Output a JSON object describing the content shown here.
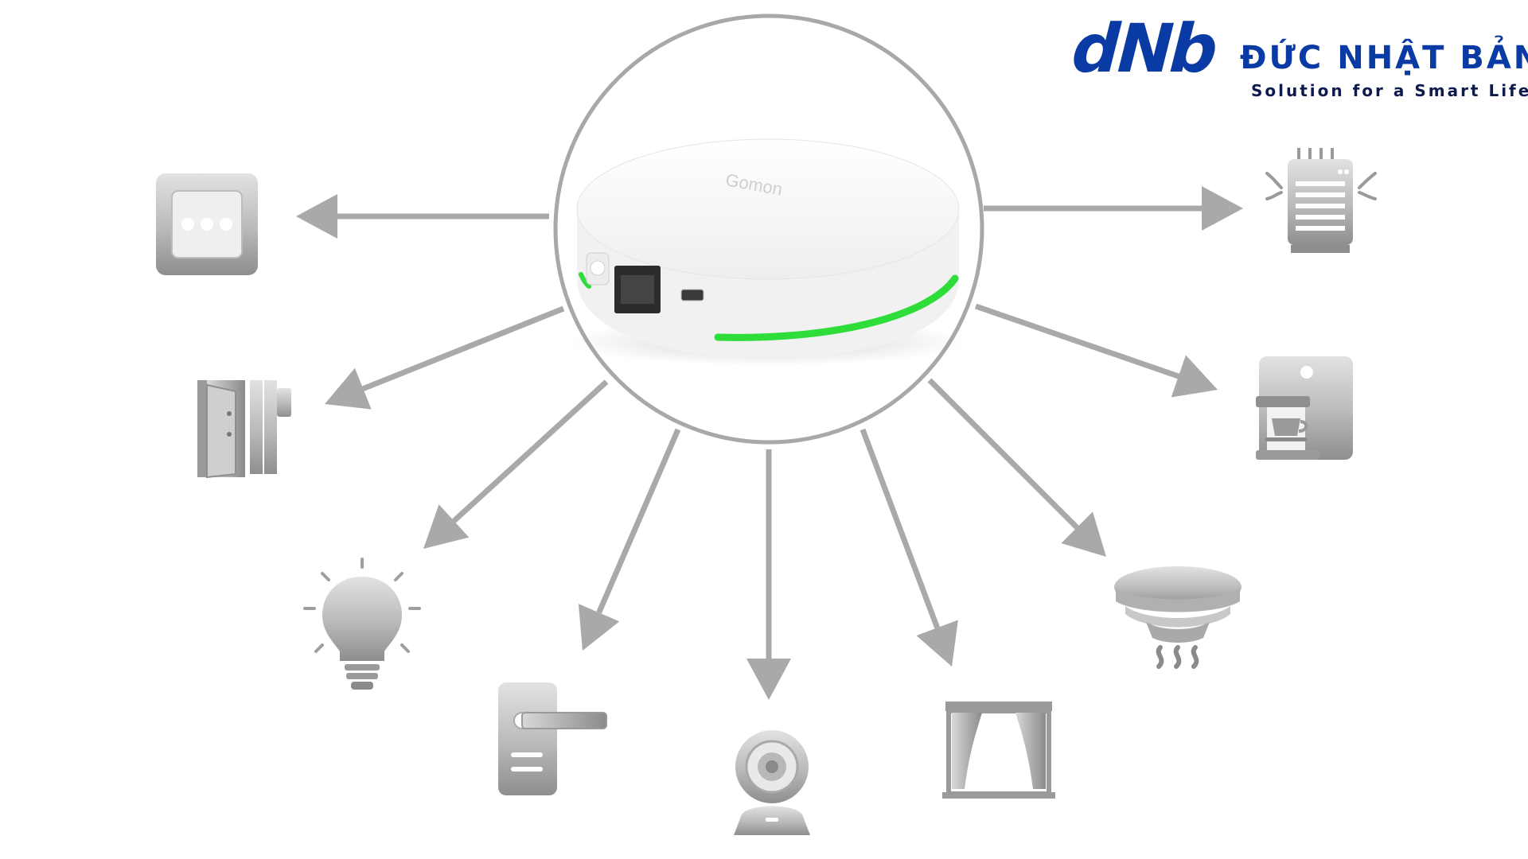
{
  "brand": {
    "logo_letters": "dNb",
    "name": "ĐỨC NHẬT BẢN",
    "slogan": "Solution for a Smart Life",
    "colors": {
      "primary": "#0a3aa3",
      "slogan": "#0d1b4c"
    }
  },
  "hub": {
    "device_label": "Gomon",
    "led_color": "#2edc3a",
    "circle_stroke": "#a8a8a8"
  },
  "connection_color": "#a9a9a9",
  "devices": [
    {
      "name": "wall-socket-icon"
    },
    {
      "name": "door-sensor-icon"
    },
    {
      "name": "light-bulb-icon"
    },
    {
      "name": "door-lock-icon"
    },
    {
      "name": "security-camera-icon"
    },
    {
      "name": "curtain-icon"
    },
    {
      "name": "smoke-detector-icon"
    },
    {
      "name": "coffee-machine-icon"
    },
    {
      "name": "air-purifier-icon"
    }
  ]
}
